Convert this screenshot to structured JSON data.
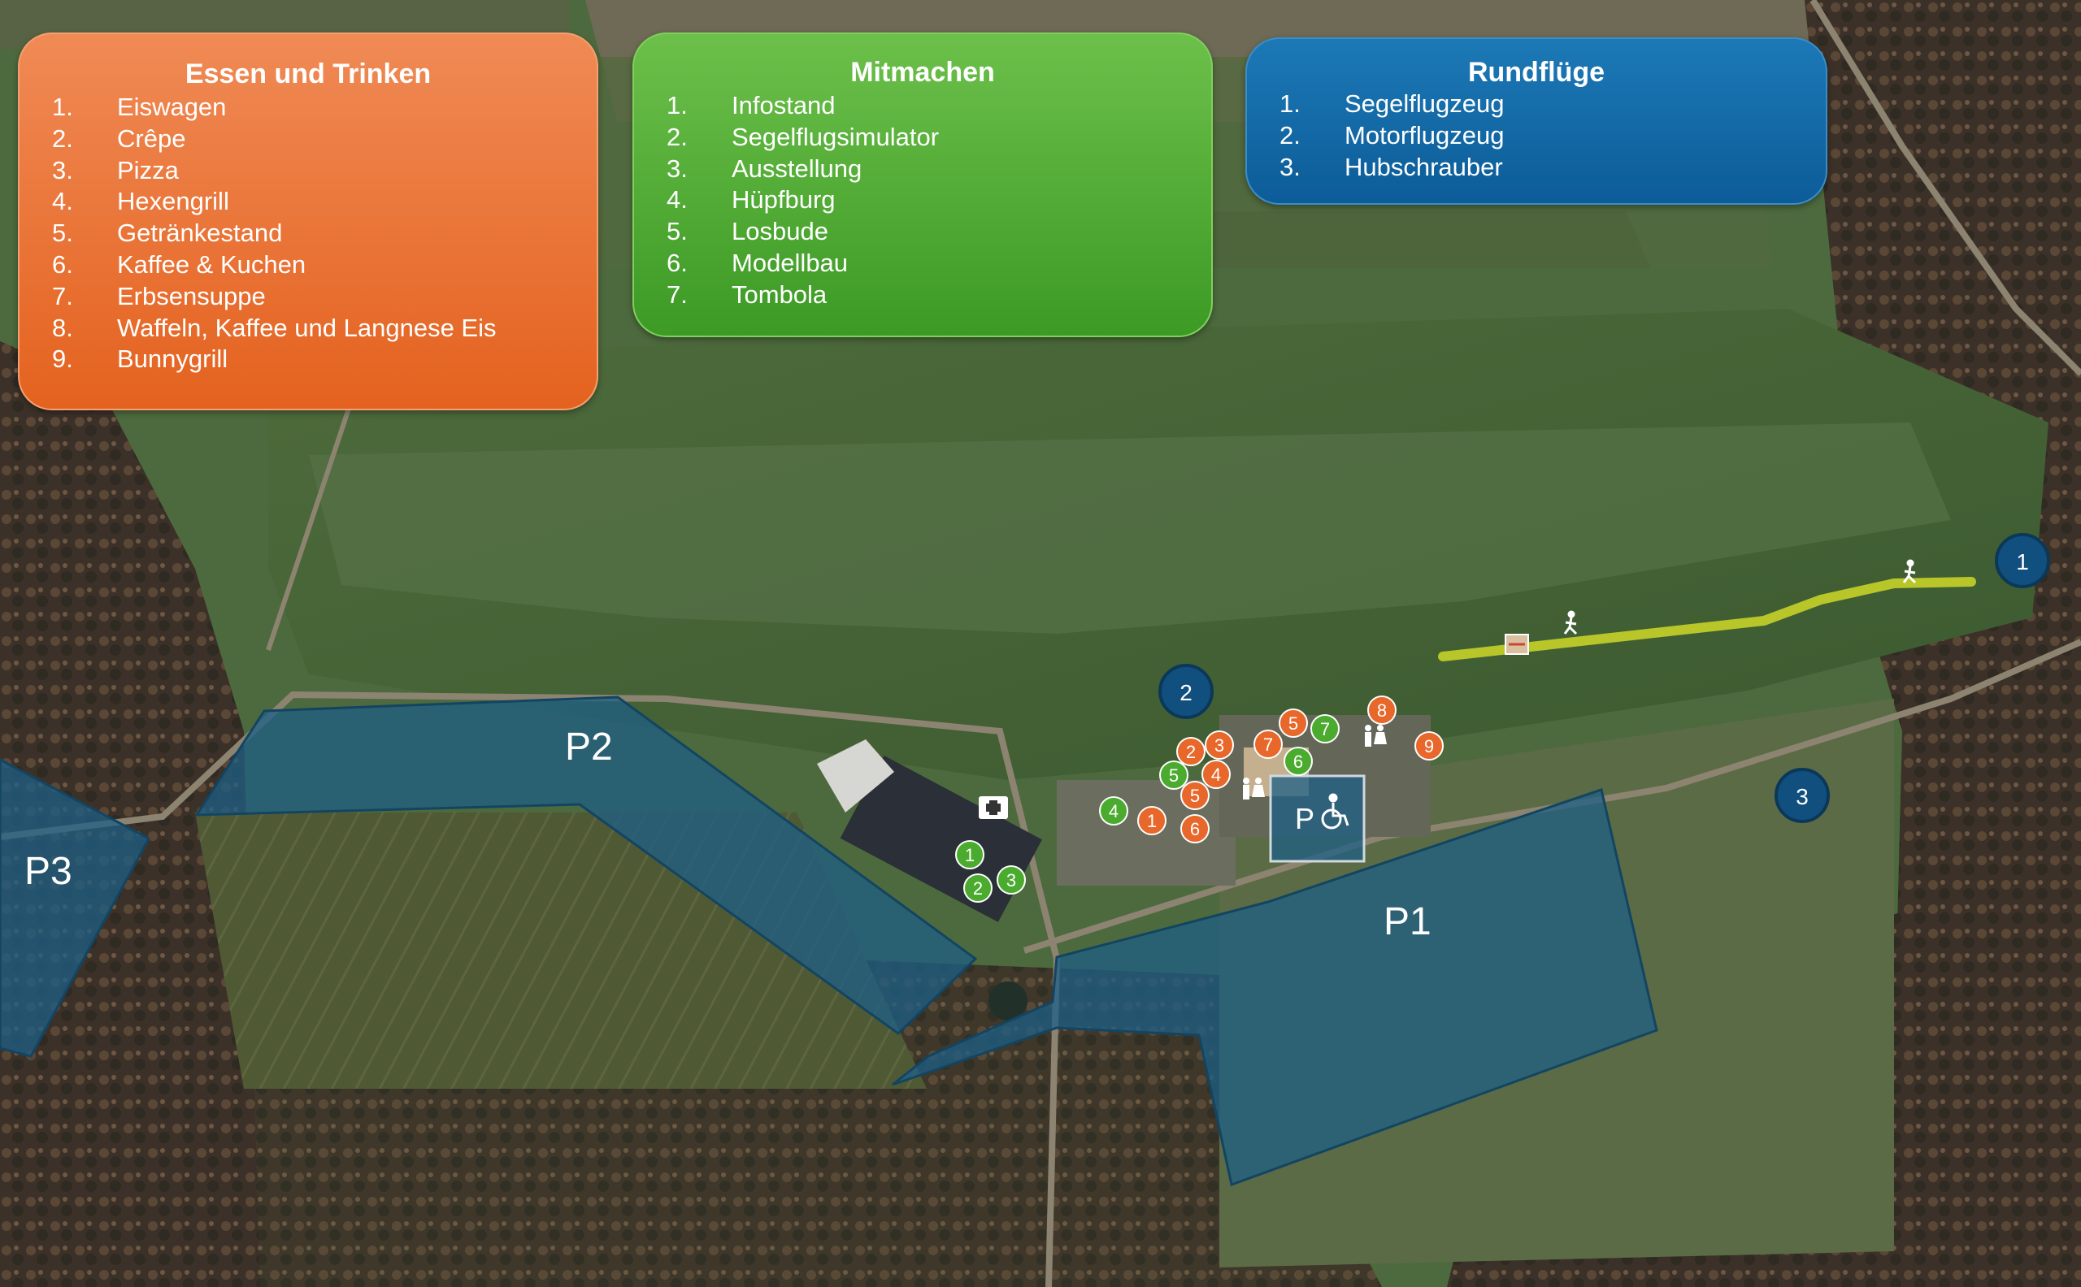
{
  "panels": {
    "food": {
      "title": "Essen und Trinken",
      "color": "#e8672a",
      "items": [
        {
          "num": "1.",
          "label": "Eiswagen"
        },
        {
          "num": "2.",
          "label": "Crêpe"
        },
        {
          "num": "3.",
          "label": "Pizza"
        },
        {
          "num": "4.",
          "label": "Hexengrill"
        },
        {
          "num": "5.",
          "label": "Getränkestand"
        },
        {
          "num": "6.",
          "label": "Kaffee & Kuchen"
        },
        {
          "num": "7.",
          "label": "Erbsensuppe"
        },
        {
          "num": "8.",
          "label": "Waffeln, Kaffee und Langnese Eis"
        },
        {
          "num": "9.",
          "label": "Bunnygrill"
        }
      ]
    },
    "join": {
      "title": "Mitmachen",
      "color": "#4aab2f",
      "items": [
        {
          "num": "1.",
          "label": "Infostand"
        },
        {
          "num": "2.",
          "label": "Segelflugsimulator"
        },
        {
          "num": "3.",
          "label": "Ausstellung"
        },
        {
          "num": "4.",
          "label": "Hüpfburg"
        },
        {
          "num": "5.",
          "label": "Losbude"
        },
        {
          "num": "6.",
          "label": "Modellbau"
        },
        {
          "num": "7.",
          "label": "Tombola"
        }
      ]
    },
    "flight": {
      "title": "Rundflüge",
      "color": "#0f63a0",
      "items": [
        {
          "num": "1.",
          "label": "Segelflugzeug"
        },
        {
          "num": "2.",
          "label": "Motorflugzeug"
        },
        {
          "num": "3.",
          "label": "Hubschrauber"
        }
      ]
    }
  },
  "parking": [
    {
      "label": "P1"
    },
    {
      "label": "P2"
    },
    {
      "label": "P3"
    }
  ],
  "accessible_parking": {
    "label": "P",
    "icon": "wheelchair-icon"
  },
  "markers": {
    "flight": [
      "1",
      "2",
      "3"
    ],
    "food": [
      "1",
      "2",
      "3",
      "4",
      "5",
      "5",
      "6",
      "7",
      "8",
      "9"
    ],
    "join": [
      "1",
      "2",
      "3",
      "4",
      "5",
      "6",
      "7"
    ]
  },
  "icons": [
    "first-aid-icon",
    "toilet-icon",
    "walking-person-icon",
    "gate-icon"
  ],
  "colors": {
    "food_marker": "#e8672a",
    "join_marker": "#4aab2f",
    "flight_marker": "#114f7e",
    "parking_fill": "#1d5f86",
    "path": "#b8c62a"
  }
}
